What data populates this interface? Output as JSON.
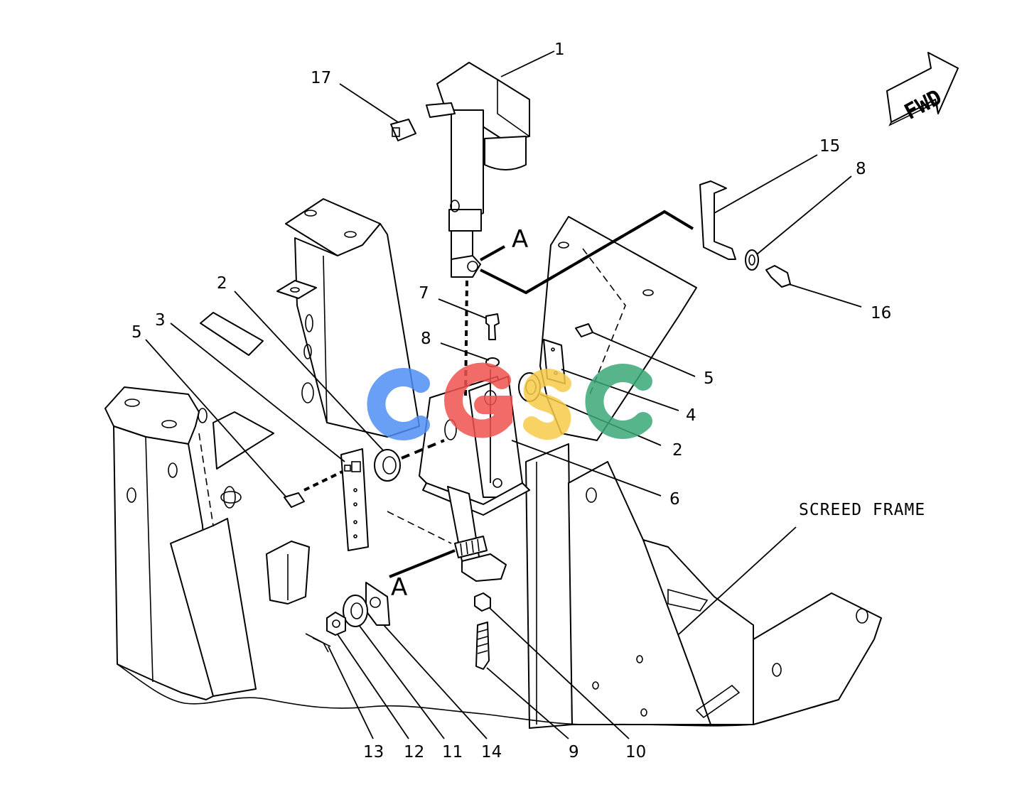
{
  "callouts": {
    "c1": "1",
    "c17": "17",
    "c15": "15",
    "c8a": "8",
    "c16": "16",
    "c7": "7",
    "c8b": "8",
    "c2a": "2",
    "c3": "3",
    "c5a": "5",
    "c5b": "5",
    "c4": "4",
    "c2b": "2",
    "c6": "6",
    "c13": "13",
    "c12": "12",
    "c11": "11",
    "c14": "14",
    "c9": "9",
    "c10": "10"
  },
  "section_marks": {
    "top": "A",
    "bottom": "A"
  },
  "screed_label": "SCREED FRAME",
  "fwd_label": "FWD",
  "watermark": {
    "text": "CGSC",
    "colors": [
      "#4f8ff3",
      "#ef5350",
      "#f7cc4a",
      "#3aa877"
    ]
  }
}
